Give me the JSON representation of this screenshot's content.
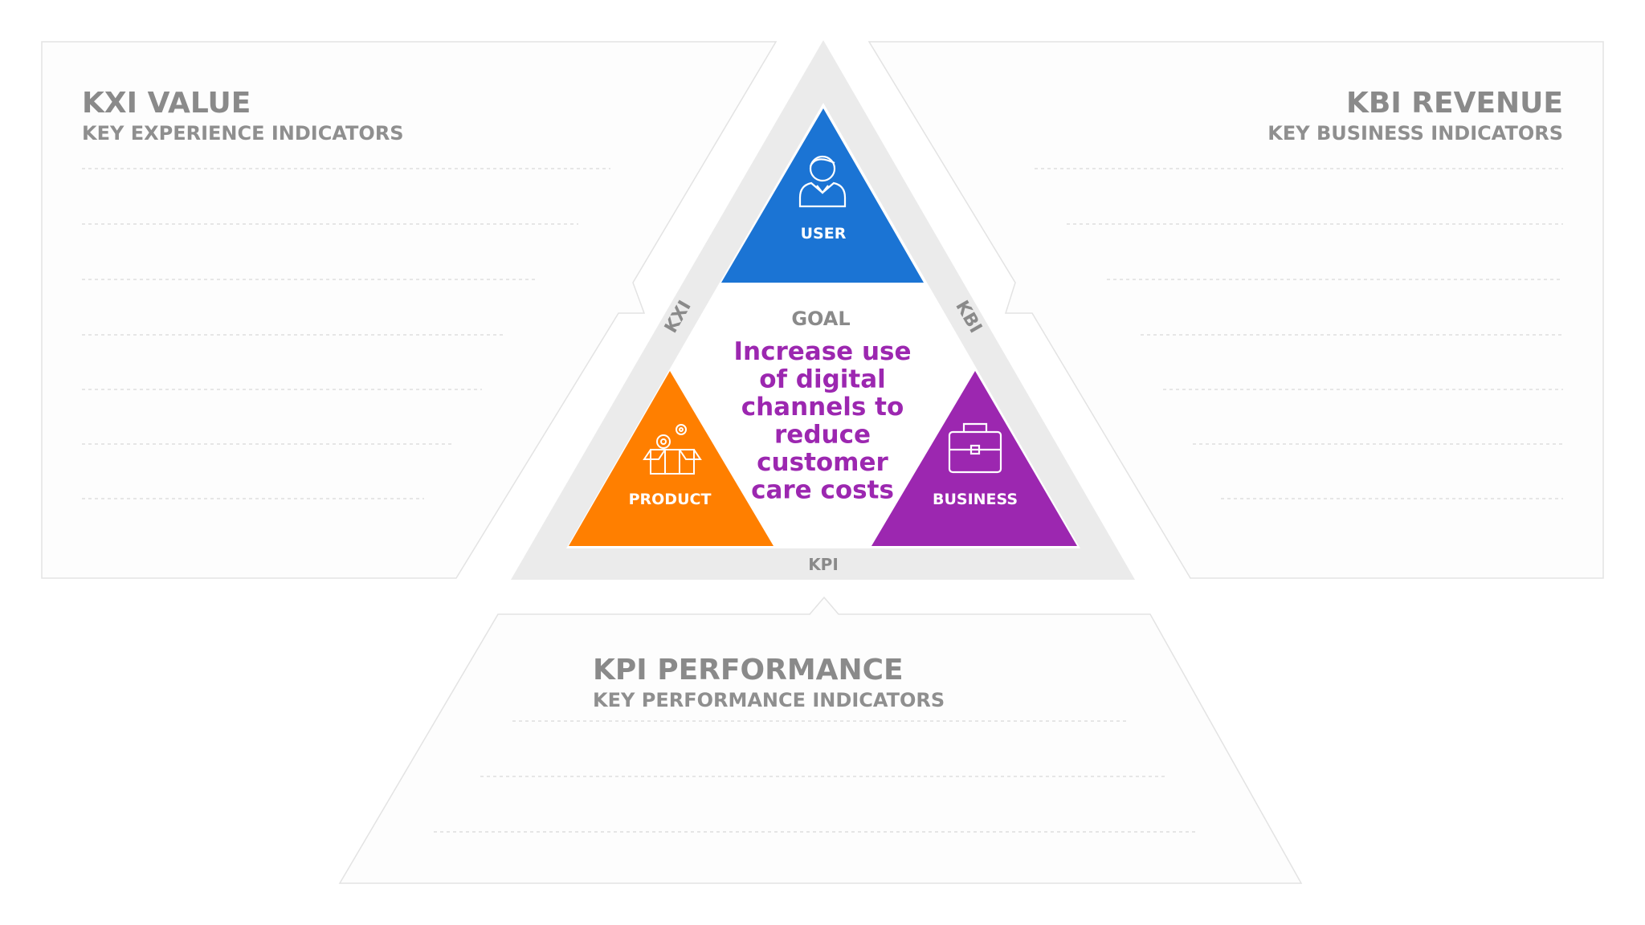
{
  "panels": {
    "kxi": {
      "title": "KXI VALUE",
      "subtitle": "KEY EXPERIENCE INDICATORS"
    },
    "kbi": {
      "title": "KBI REVENUE",
      "subtitle": "KEY BUSINESS INDICATORS"
    },
    "kpi": {
      "title": "KPI PERFORMANCE",
      "subtitle": "KEY PERFORMANCE INDICATORS"
    }
  },
  "edges": {
    "left": "KXI",
    "right": "KBI",
    "bottom": "KPI"
  },
  "triangles": {
    "user": {
      "label": "USER",
      "color": "#1b74d4",
      "icon": "user-icon"
    },
    "product": {
      "label": "PRODUCT",
      "color": "#ff7f00",
      "icon": "product-box-gears-icon"
    },
    "business": {
      "label": "BUSINESS",
      "color": "#9c27b0",
      "icon": "briefcase-icon"
    }
  },
  "goal": {
    "label": "GOAL",
    "lines": [
      "Increase use",
      "of digital",
      "channels to",
      "reduce",
      "customer",
      "care costs"
    ],
    "color": "#9c27b0"
  }
}
